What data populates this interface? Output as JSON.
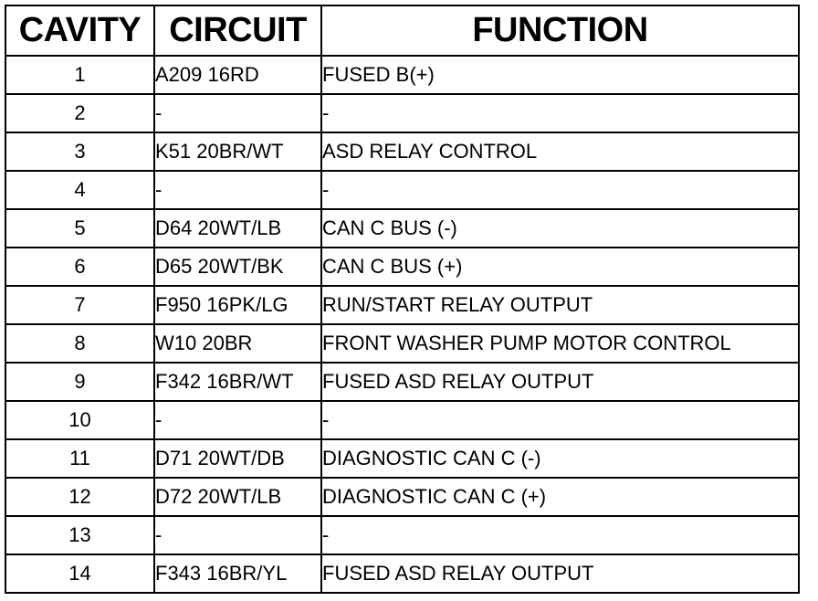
{
  "headers": {
    "cavity": "CAVITY",
    "circuit": "CIRCUIT",
    "function": "FUNCTION"
  },
  "rows": [
    {
      "cavity": "1",
      "circuit": "A209 16RD",
      "function": "FUSED B(+)"
    },
    {
      "cavity": "2",
      "circuit": "-",
      "function": "-"
    },
    {
      "cavity": "3",
      "circuit": "K51 20BR/WT",
      "function": "ASD RELAY CONTROL"
    },
    {
      "cavity": "4",
      "circuit": "-",
      "function": "-"
    },
    {
      "cavity": "5",
      "circuit": "D64 20WT/LB",
      "function": "CAN C BUS (-)"
    },
    {
      "cavity": "6",
      "circuit": "D65 20WT/BK",
      "function": "CAN C BUS (+)"
    },
    {
      "cavity": "7",
      "circuit": "F950 16PK/LG",
      "function": "RUN/START RELAY OUTPUT"
    },
    {
      "cavity": "8",
      "circuit": "W10 20BR",
      "function": "FRONT WASHER PUMP MOTOR CONTROL"
    },
    {
      "cavity": "9",
      "circuit": "F342 16BR/WT",
      "function": "FUSED ASD RELAY OUTPUT"
    },
    {
      "cavity": "10",
      "circuit": "-",
      "function": "-"
    },
    {
      "cavity": "11",
      "circuit": "D71 20WT/DB",
      "function": "DIAGNOSTIC CAN C (-)"
    },
    {
      "cavity": "12",
      "circuit": "D72 20WT/LB",
      "function": "DIAGNOSTIC CAN C (+)"
    },
    {
      "cavity": "13",
      "circuit": "-",
      "function": "-"
    },
    {
      "cavity": "14",
      "circuit": "F343 16BR/YL",
      "function": "FUSED ASD RELAY OUTPUT"
    }
  ]
}
